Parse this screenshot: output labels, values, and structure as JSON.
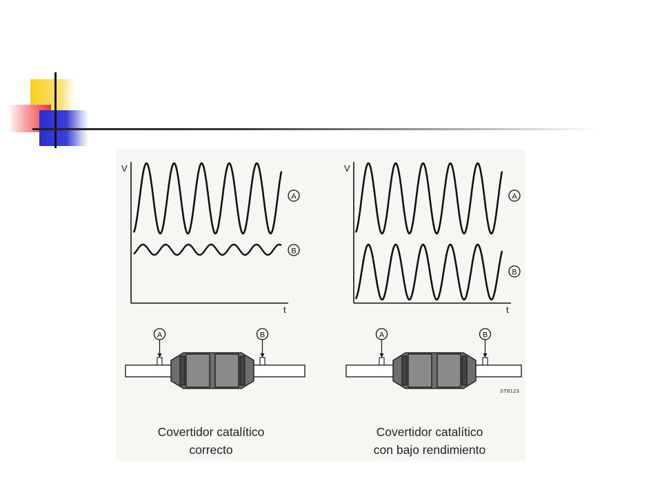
{
  "panels": [
    {
      "id": "left",
      "y_axis_label": "V",
      "x_axis_label": "t",
      "signal_a_marker": "A",
      "signal_b_marker": "B",
      "signal_a": {
        "cycles": 5,
        "amplitude": "high"
      },
      "signal_b": {
        "cycles": 6.5,
        "amplitude": "low"
      },
      "sensor_a_marker": "A",
      "sensor_b_marker": "B",
      "caption": [
        "Covertidor catalítico",
        "correcto"
      ]
    },
    {
      "id": "right",
      "y_axis_label": "V",
      "x_axis_label": "t",
      "signal_a_marker": "A",
      "signal_b_marker": "B",
      "signal_a": {
        "cycles": 5,
        "amplitude": "high"
      },
      "signal_b": {
        "cycles": 5,
        "amplitude": "high"
      },
      "sensor_a_marker": "A",
      "sensor_b_marker": "B",
      "caption": [
        "Covertidor catalítico",
        "con bajo rendimiento"
      ]
    }
  ],
  "figure_code": "ST8123",
  "colors": {
    "yellow": "#f7d21a",
    "red": "#ec3a3a",
    "blue": "#2b2fd0",
    "ink": "#111111"
  }
}
